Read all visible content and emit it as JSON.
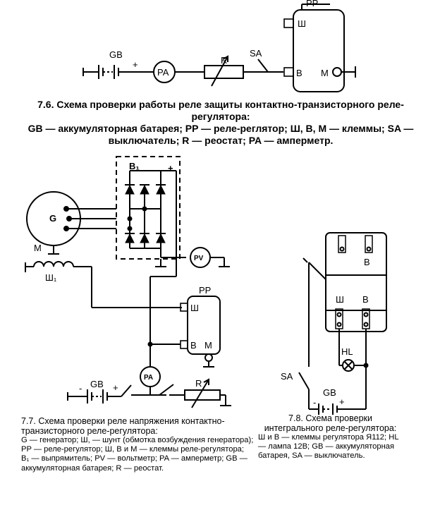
{
  "fig76": {
    "labels": {
      "gb": "GB",
      "pa": "PA",
      "r": "R",
      "sa": "SA",
      "pp": "PP",
      "sh": "Ш",
      "b": "В",
      "m": "М",
      "plus": "+"
    },
    "caption_title": "7.6. Схема проверки работы реле защиты контактно-транзисторного реле-регулятора:",
    "caption_body": "GB — аккумуляторная батарея; PP — реле-реглятор; Ш, В, М — клеммы; SA — выключатель; R — реостат; PA — амперметр."
  },
  "fig77": {
    "labels": {
      "b1": "В₁",
      "plus": "+",
      "g": "G",
      "m": "М",
      "w1": "Ш₁",
      "pv": "PV",
      "pp": "PP",
      "sh": "Ш",
      "b": "В",
      "mm": "М",
      "pa": "PA",
      "gb": "GB",
      "r": "R",
      "minus": "-",
      "plus2": "+"
    },
    "caption_title": "7.7. Схема проверки реле напряжения контактно-транзисторного реле-регулятора:",
    "caption_body": "G — генератор; Ш, — шунт (обмотка возбуждения генератора); PP — реле-регулятор; Ш, В и М — клеммы реле-регулятора; В₁ — выпрямитель; PV — вольтметр; PA — амперметр; GB — аккумуляторная батарея; R — реостат."
  },
  "fig78": {
    "labels": {
      "b_top": "В",
      "sh": "Ш",
      "b": "В",
      "hl": "HL",
      "sa": "SA",
      "gb": "GB",
      "plus": "+",
      "minus": "-"
    },
    "caption_title": "7.8. Схема проверки интегрального реле-регулятора:",
    "caption_body": "Ш и В — клеммы регулятора Я112; HL — лампа 12В; GB — аккумуляторная батарея, SA — выключатель."
  }
}
